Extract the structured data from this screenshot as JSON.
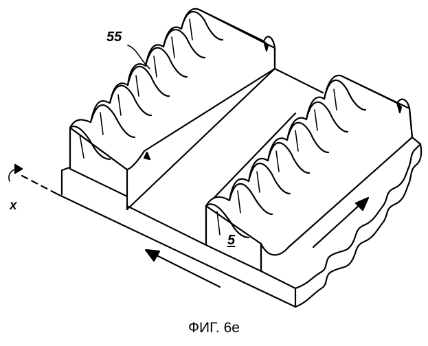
{
  "figure": {
    "reference_labels": {
      "ribs": "55",
      "base": "5",
      "axis": "x"
    },
    "caption": "ФИГ. 6е"
  }
}
